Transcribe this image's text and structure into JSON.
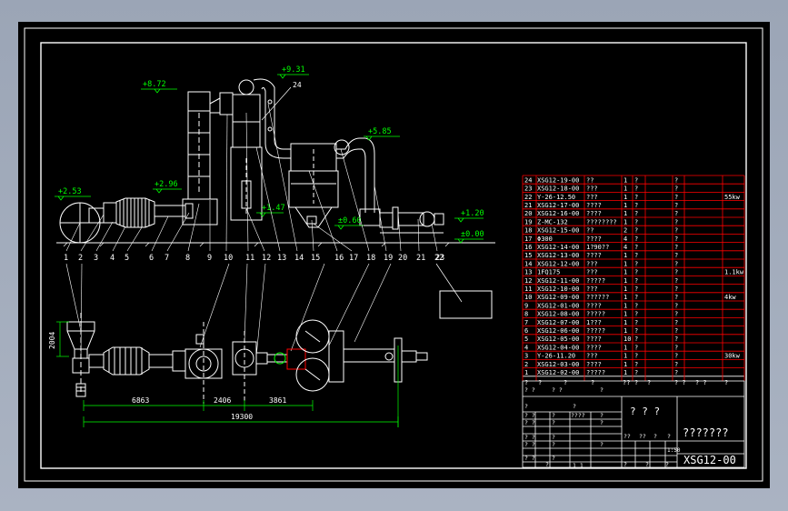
{
  "drawing": {
    "elevations": {
      "e872": "+8.72",
      "e931": "+9.31",
      "e585": "+5.85",
      "e296": "+2.96",
      "e253": "+2.53",
      "e147": "+1.47",
      "e060": "±0.60",
      "e120": "+1.20",
      "e000": "±0.00"
    },
    "balloon_24": "24",
    "balloon_23": "23",
    "balloons": [
      "1",
      "2",
      "3",
      "4",
      "5",
      "6",
      "7",
      "8",
      "9",
      "10",
      "11",
      "12",
      "13",
      "14",
      "15",
      "16",
      "17",
      "18",
      "19",
      "20",
      "21",
      "22"
    ],
    "dims": {
      "d2004": "2004",
      "d6863": "6863",
      "d2406": "2406",
      "d3861": "3861",
      "d19300": "19300"
    }
  },
  "bom": {
    "rows": [
      {
        "no": "24",
        "code": "XSG12-19-00",
        "name": "??",
        "qty": "1",
        "mat": "?",
        "c6": "?",
        "note": ""
      },
      {
        "no": "23",
        "code": "XSG12-18-00",
        "name": "???",
        "qty": "1",
        "mat": "?",
        "c6": "?",
        "note": ""
      },
      {
        "no": "22",
        "code": "Y-26-12.50",
        "name": "???",
        "qty": "1",
        "mat": "?",
        "c6": "?",
        "note": "55kw"
      },
      {
        "no": "21",
        "code": "XSG12-17-00",
        "name": "????",
        "qty": "1",
        "mat": "?",
        "c6": "?",
        "note": ""
      },
      {
        "no": "20",
        "code": "XSG12-16-00",
        "name": "????",
        "qty": "1",
        "mat": "?",
        "c6": "?",
        "note": ""
      },
      {
        "no": "19",
        "code": "Z-MC-132",
        "name": "????????",
        "qty": "1",
        "mat": "?",
        "c6": "?",
        "note": ""
      },
      {
        "no": "18",
        "code": "XSG12-15-00",
        "name": "??",
        "qty": "2",
        "mat": "?",
        "c6": "?",
        "note": ""
      },
      {
        "no": "17",
        "code": "Φ300",
        "name": "????",
        "qty": "4",
        "mat": "?",
        "c6": "?",
        "note": ""
      },
      {
        "no": "16",
        "code": "XSG12-14-00",
        "name": "1?90??",
        "qty": "4",
        "mat": "?",
        "c6": "?",
        "note": ""
      },
      {
        "no": "15",
        "code": "XSG12-13-00",
        "name": "????",
        "qty": "1",
        "mat": "?",
        "c6": "?",
        "note": ""
      },
      {
        "no": "14",
        "code": "XSG12-12-00",
        "name": "???",
        "qty": "1",
        "mat": "?",
        "c6": "?",
        "note": ""
      },
      {
        "no": "13",
        "code": "1FQ175",
        "name": "???",
        "qty": "1",
        "mat": "?",
        "c6": "?",
        "note": "1.1kw"
      },
      {
        "no": "12",
        "code": "XSG12-11-00",
        "name": "?????",
        "qty": "1",
        "mat": "?",
        "c6": "?",
        "note": ""
      },
      {
        "no": "11",
        "code": "XSG12-10-00",
        "name": "???",
        "qty": "1",
        "mat": "?",
        "c6": "?",
        "note": ""
      },
      {
        "no": "10",
        "code": "XSG12-09-00",
        "name": "??????",
        "qty": "1",
        "mat": "?",
        "c6": "?",
        "note": "4kw"
      },
      {
        "no": "9",
        "code": "XSG12-01-00",
        "name": "????",
        "qty": "1",
        "mat": "?",
        "c6": "?",
        "note": ""
      },
      {
        "no": "8",
        "code": "XSG12-08-00",
        "name": "?????",
        "qty": "1",
        "mat": "?",
        "c6": "?",
        "note": ""
      },
      {
        "no": "7",
        "code": "XSG12-07-00",
        "name": "1???",
        "qty": "1",
        "mat": "?",
        "c6": "?",
        "note": ""
      },
      {
        "no": "6",
        "code": "XSG12-06-00",
        "name": "?????",
        "qty": "1",
        "mat": "?",
        "c6": "?",
        "note": ""
      },
      {
        "no": "5",
        "code": "XSG12-05-00",
        "name": "????",
        "qty": "10",
        "mat": "?",
        "c6": "?",
        "note": ""
      },
      {
        "no": "4",
        "code": "XSG12-04-00",
        "name": "????",
        "qty": "1",
        "mat": "?",
        "c6": "?",
        "note": ""
      },
      {
        "no": "3",
        "code": "Y-26-11.20",
        "name": "???",
        "qty": "1",
        "mat": "?",
        "c6": "?",
        "note": "30kw"
      },
      {
        "no": "2",
        "code": "XSG12-03-00",
        "name": "????",
        "qty": "1",
        "mat": "?",
        "c6": "?",
        "note": ""
      },
      {
        "no": "1",
        "code": "XSG12-02-00",
        "name": "?????",
        "qty": "1",
        "mat": "?",
        "c6": "?",
        "note": ""
      }
    ],
    "header": [
      "?",
      "?",
      "?",
      "?",
      "??",
      "?",
      "?",
      "? ?",
      "? ?",
      "?"
    ]
  },
  "title_block": {
    "center_title": "? ? ?",
    "drawing_name": "???????",
    "drawing_no": "XSG12-00",
    "scale": "1:50",
    "small": {
      "t1": "? ?",
      "t2": "? ?",
      "t3": "?",
      "r1a": "?",
      "r1b": "?",
      "r2a": "? ?",
      "r2b": "?",
      "r2c": "????",
      "r2d": "?",
      "r3a": "? ?",
      "r3b": "?",
      "r3c": "?",
      "r4a": "? ?",
      "r4b": "?",
      "r5a": "? ?",
      "r5b": "?",
      "r5c": "?",
      "r6a": "? ?",
      "r6b": "?",
      "r6c": "1 1",
      "s1": "??",
      "s2": "??",
      "s3": "?",
      "s4": "?",
      "b1": "?",
      "b2": "?",
      "b3": "?",
      "b4": "?"
    }
  },
  "colors": {
    "frame": "#ffffff",
    "machine": "#ffffff",
    "dimension": "#00ff00",
    "table_line": "#ff0000",
    "leader": "#ffffff"
  }
}
